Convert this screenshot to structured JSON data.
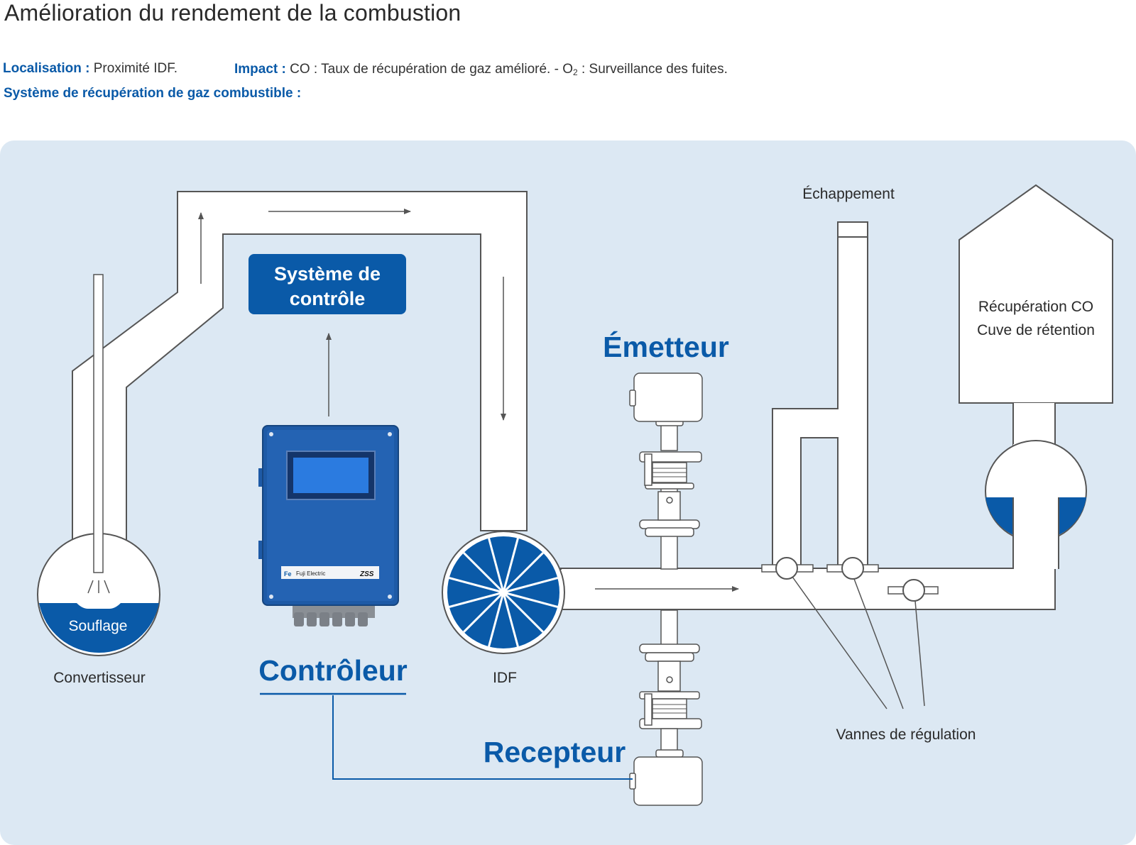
{
  "title": "Amélioration du rendement de la combustion",
  "info": {
    "location_label": "Localisation :",
    "location_value": "Proximité IDF.",
    "impact_label": "Impact :",
    "impact_value_1": "CO : Taux de récupération de gaz amélioré.  -  O",
    "impact_o2_sub": "2",
    "impact_value_2": " : Surveillance des fuites.",
    "system_label": "Système de récupération de gaz combustible :"
  },
  "diagram": {
    "control_system_line1": "Système de",
    "control_system_line2": "contrôle",
    "emitter_label": "Émetteur",
    "receiver_label": "Recepteur",
    "controller_label": "Contrôleur",
    "converter_label": "Convertisseur",
    "blowing_label": "Souflage",
    "idf_label": "IDF",
    "exhaust_label": "Échappement",
    "tank_line1": "Récupération CO",
    "tank_line2": "Cuve de rétention",
    "valves_label": "Vannes de régulation",
    "brand_label": "Fuji Electric",
    "model_label": "ZSS"
  },
  "colors": {
    "panel_bg": "#dce8f3",
    "brand_blue": "#0a5aa8",
    "device_blue": "#1e5aa6",
    "pipe_stroke": "#555555"
  }
}
